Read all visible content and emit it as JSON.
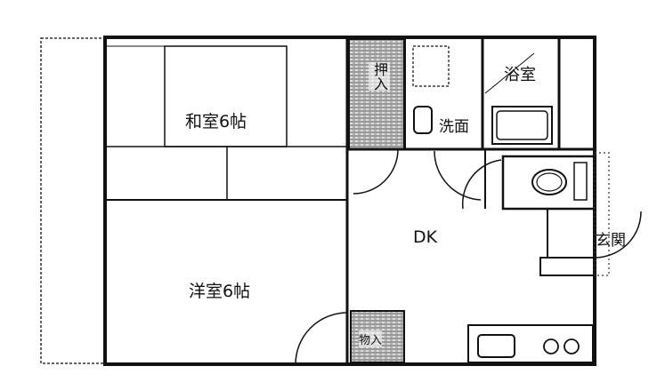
{
  "floor_plan": {
    "rooms": {
      "washitsu": "和室6帖",
      "youshitsu": "洋室6帖",
      "dk": "DK",
      "washroom": "洗面",
      "bath": "浴室",
      "entrance": "玄関",
      "closet_top": "押入",
      "closet_bottom": "物入"
    }
  }
}
